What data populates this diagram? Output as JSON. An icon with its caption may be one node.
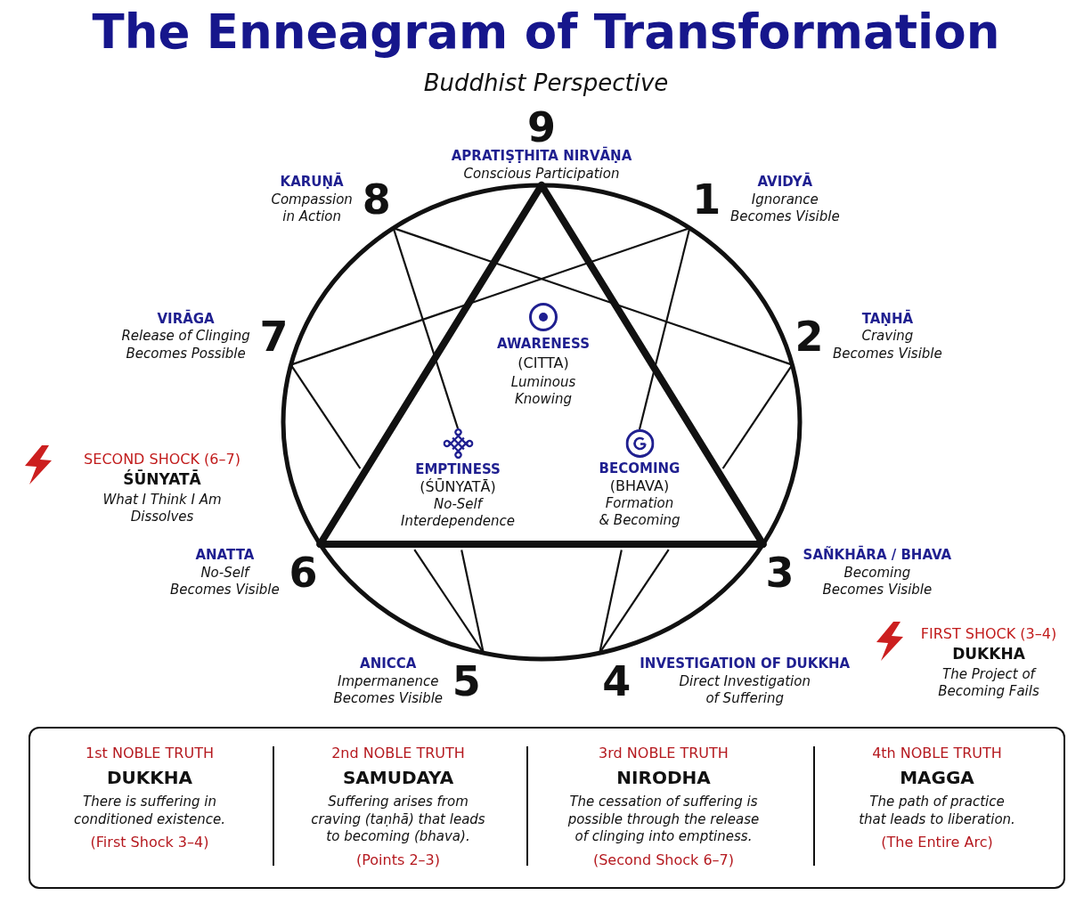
{
  "diagram": {
    "title": "The Enneagram of Transformation",
    "nodes": [
      {
        "text": [
          "9",
          "APRATIṢṬHITA NIRVĀṆA",
          "Conscious Participation"
        ]
      },
      {
        "text": [
          "KARUṆĀ",
          "Compassion in Action",
          "8"
        ]
      },
      {
        "text": [
          "1",
          "AVIDYĀ",
          "Ignorance Becomes Visible"
        ]
      },
      {
        "text": [
          "VIRĀGA",
          "Release of Clinging Becomes Possible",
          "7"
        ]
      },
      {
        "text": [
          "2",
          "TAṆHĀ",
          "Craving Becomes Visible"
        ]
      },
      {
        "text": [
          "EMPTINESS",
          "(ŚŪNYATĀ)",
          "No-Self Interdependence"
        ]
      },
      {
        "text": [
          "BECOMING",
          "(BHAVA)",
          "Formation & Becoming"
        ]
      },
      {
        "text": [
          "3",
          "SAÑKHĀRA / BHAVA",
          "Becoming Becomes Visible"
        ]
      },
      {
        "text": [
          "ANATTA",
          "No-Self Becomes Visible",
          "6"
        ]
      },
      {
        "text": [
          "ANICCA",
          "Impermanence Becomes Visible",
          "5"
        ]
      },
      {
        "text": [
          "4",
          "INVESTIGATION OF DUKKHA",
          "Direct Investigation of Suffering"
        ]
      },
      {
        "text": [],
        "shape": "box"
      },
      {
        "text": [
          "1st NOBLE TRUTH",
          "DUKKHA",
          "There is suffering in conditioned existence.",
          "(First Shock 3–4)"
        ],
        "in": 11
      },
      {
        "text": [
          "2nd NOBLE TRUTH",
          "SAMUDAYA",
          "Suffering arises from craving (taṇhā) that leads to becoming (bhava).",
          "(Points 2–3)"
        ],
        "in": 11
      },
      {
        "text": [
          "3rd NOBLE TRUTH",
          "NIRODHA",
          "The cessation of suffering is possible through the release of clinging into emptiness.",
          "(Second Shock 6–7)"
        ],
        "in": 11
      },
      {
        "text": [
          "4th NOBLE TRUTH",
          "MAGGA",
          "The path of practice that leads to liberation.",
          "(The Entire Arc)"
        ],
        "in": 11
      }
    ],
    "edges": [
      {
        "from": 2,
        "to": 6,
        "arrow": "none"
      },
      {
        "from": 10,
        "to": null,
        "arrow": "none"
      },
      {
        "from": 10,
        "to": null,
        "arrow": "none"
      },
      {
        "from": 4,
        "to": null,
        "arrow": "none"
      },
      {
        "from": 4,
        "to": 1,
        "arrow": "none"
      },
      {
        "from": 1,
        "to": 5,
        "arrow": "none"
      },
      {
        "from": 9,
        "to": null,
        "arrow": "none"
      },
      {
        "from": 9,
        "to": null,
        "arrow": "none"
      },
      {
        "from": 3,
        "to": null,
        "arrow": "none"
      },
      {
        "from": 3,
        "to": 2,
        "arrow": "none"
      },
      {
        "from": 0,
        "to": 7,
        "arrow": "none",
        "style": "thick"
      },
      {
        "from": 7,
        "to": 8,
        "arrow": "none",
        "style": "thick"
      },
      {
        "from": 8,
        "to": 0,
        "arrow": "none",
        "style": "thick"
      }
    ],
    "labels": [
      "Buddhist Perspective",
      "AWARENESS",
      "(CITTA)",
      "Luminous Knowing",
      "SECOND SHOCK (6–7)",
      "ŚŪNYATĀ",
      "What I Think I Am Dissolves",
      "FIRST SHOCK (3–4)",
      "DUKKHA",
      "The Project of Becoming Fails"
    ]
  }
}
